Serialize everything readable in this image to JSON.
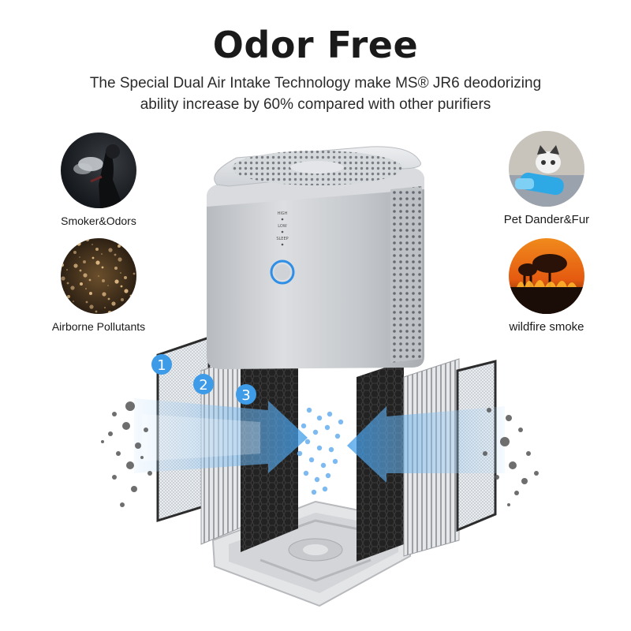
{
  "header": {
    "title": "Odor Free",
    "subtitle_line1": "The Special  Dual Air Intake Technology make MS® JR6 deodorizing",
    "subtitle_line2": "ability increase by 60% compared with other purifiers"
  },
  "features": [
    {
      "label": "Smoker&Odors",
      "icon": "smoker-icon"
    },
    {
      "label": "Airborne Pollutants",
      "icon": "dust-particles-icon"
    },
    {
      "label": "Pet Dander&Fur",
      "icon": "pet-icon"
    },
    {
      "label": "wildfire smoke",
      "icon": "wildfire-icon"
    }
  ],
  "device": {
    "mode_labels": [
      "HIGH",
      "LOW",
      "SLEEP"
    ]
  },
  "filter_layers": [
    {
      "number": "1"
    },
    {
      "number": "2"
    },
    {
      "number": "3"
    }
  ],
  "colors": {
    "accent_blue": "#3d9be8",
    "device_silver": "#c9cbcf",
    "filter_dark": "#1f1f1f"
  }
}
